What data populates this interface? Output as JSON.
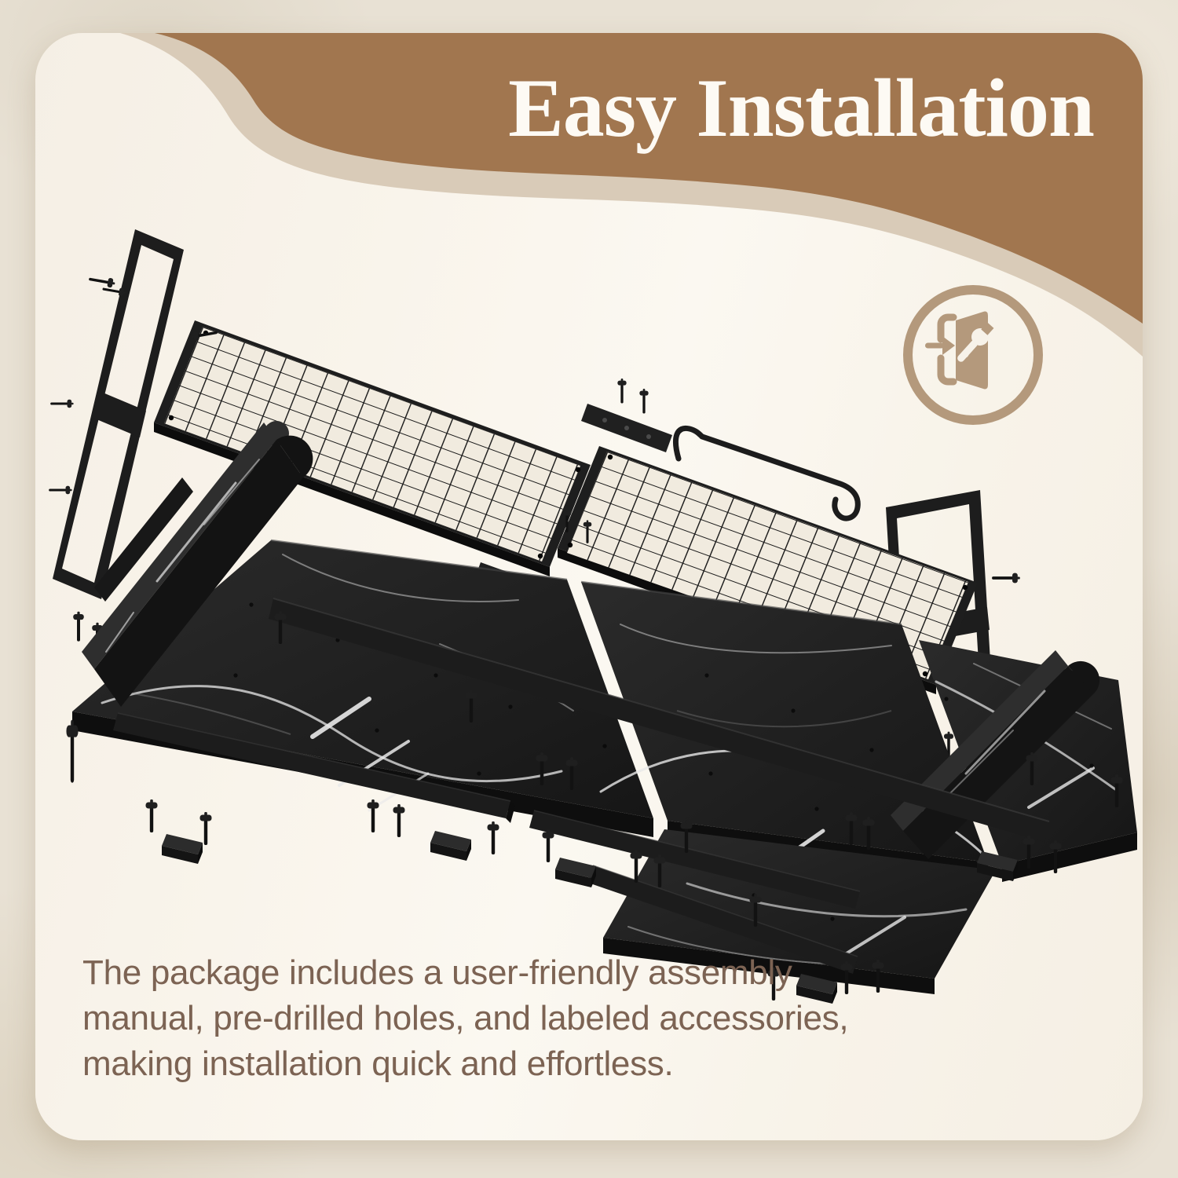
{
  "header": {
    "title": "Easy Installation"
  },
  "description": {
    "line1": "The package includes a user-friendly assembly",
    "line2": "manual, pre-drilled holes, and labeled accessories,",
    "line3": "making installation quick and effortless."
  },
  "icon": {
    "name": "door-wrench-installation-icon"
  },
  "colors": {
    "page_background": "#e8e1d4",
    "card_background": "#f8f3ea",
    "header_brown": "#a1764f",
    "header_tan_band": "#d9cbb8",
    "title_text": "#fdfaf4",
    "body_text": "#7c6353",
    "icon_tan": "#b4997c",
    "metal_black": "#1e1e1e",
    "marble_vein": "#ececec"
  },
  "diagram": {
    "parts": [
      "side-frame-left",
      "wire-mesh-shelf-left",
      "wire-mesh-shelf-right",
      "side-frame-right",
      "hanging-rod",
      "mounting-brackets",
      "marble-top-panels",
      "marble-side-rails",
      "support-rails",
      "leveling-feet",
      "assembly-screws"
    ]
  }
}
